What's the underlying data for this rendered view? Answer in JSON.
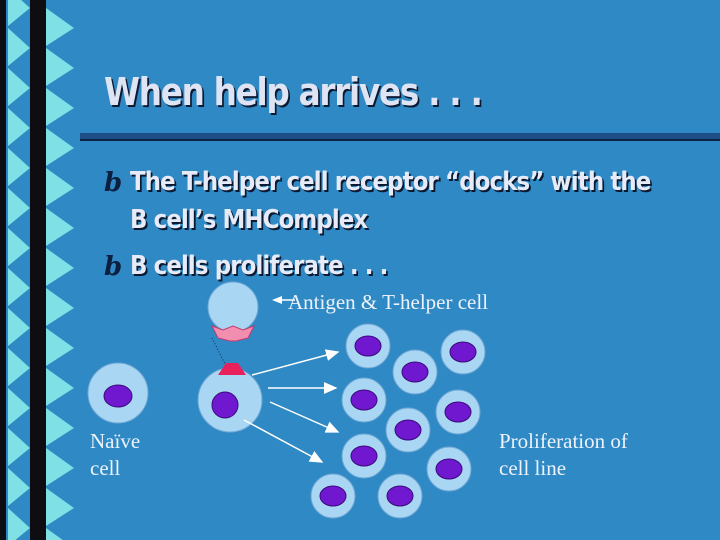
{
  "slide": {
    "title": "When help arrives . . .",
    "bullets": [
      {
        "marker": "b",
        "line1": "The T-helper cell receptor “docks” with the",
        "line2": "B cell’s MHComplex"
      },
      {
        "marker": "b",
        "line1": "B cells proliferate . . ."
      }
    ],
    "labels": {
      "antigen": "Antigen & T-helper cell",
      "naive_line1": "Naïve",
      "naive_line2": "cell",
      "prolif_line1": "Proliferation of",
      "prolif_line2": "cell line"
    },
    "colors": {
      "background": "#2f89c4",
      "cell_outer": "#aad8f4",
      "nucleus": "#6f18cf",
      "receptor": "#e0306a",
      "antigen": "#f07aa0"
    }
  }
}
